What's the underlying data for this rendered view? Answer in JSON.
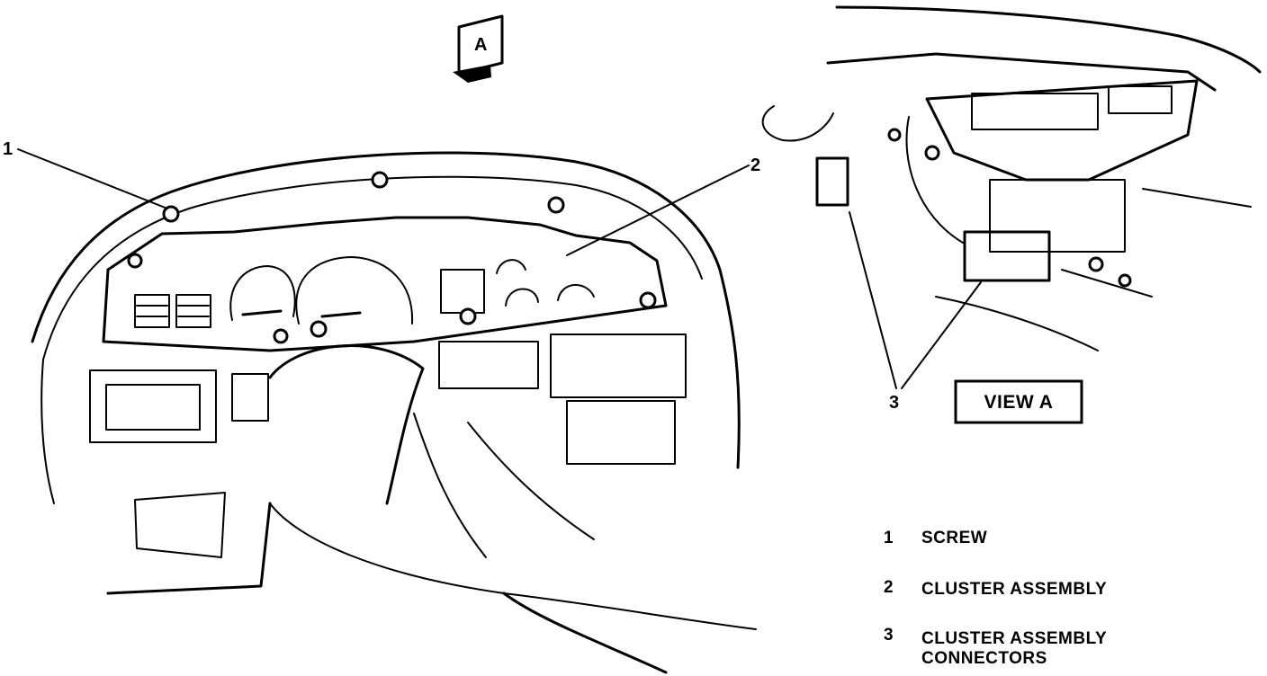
{
  "view_marker": {
    "letter": "A"
  },
  "view_label": "VIEW A",
  "callouts": [
    {
      "number": "1"
    },
    {
      "number": "2"
    },
    {
      "number": "3"
    }
  ],
  "legend": [
    {
      "number": "1",
      "lines": [
        "SCREW"
      ]
    },
    {
      "number": "2",
      "lines": [
        "CLUSTER ASSEMBLY"
      ]
    },
    {
      "number": "3",
      "lines": [
        "CLUSTER ASSEMBLY",
        "CONNECTORS"
      ]
    }
  ]
}
